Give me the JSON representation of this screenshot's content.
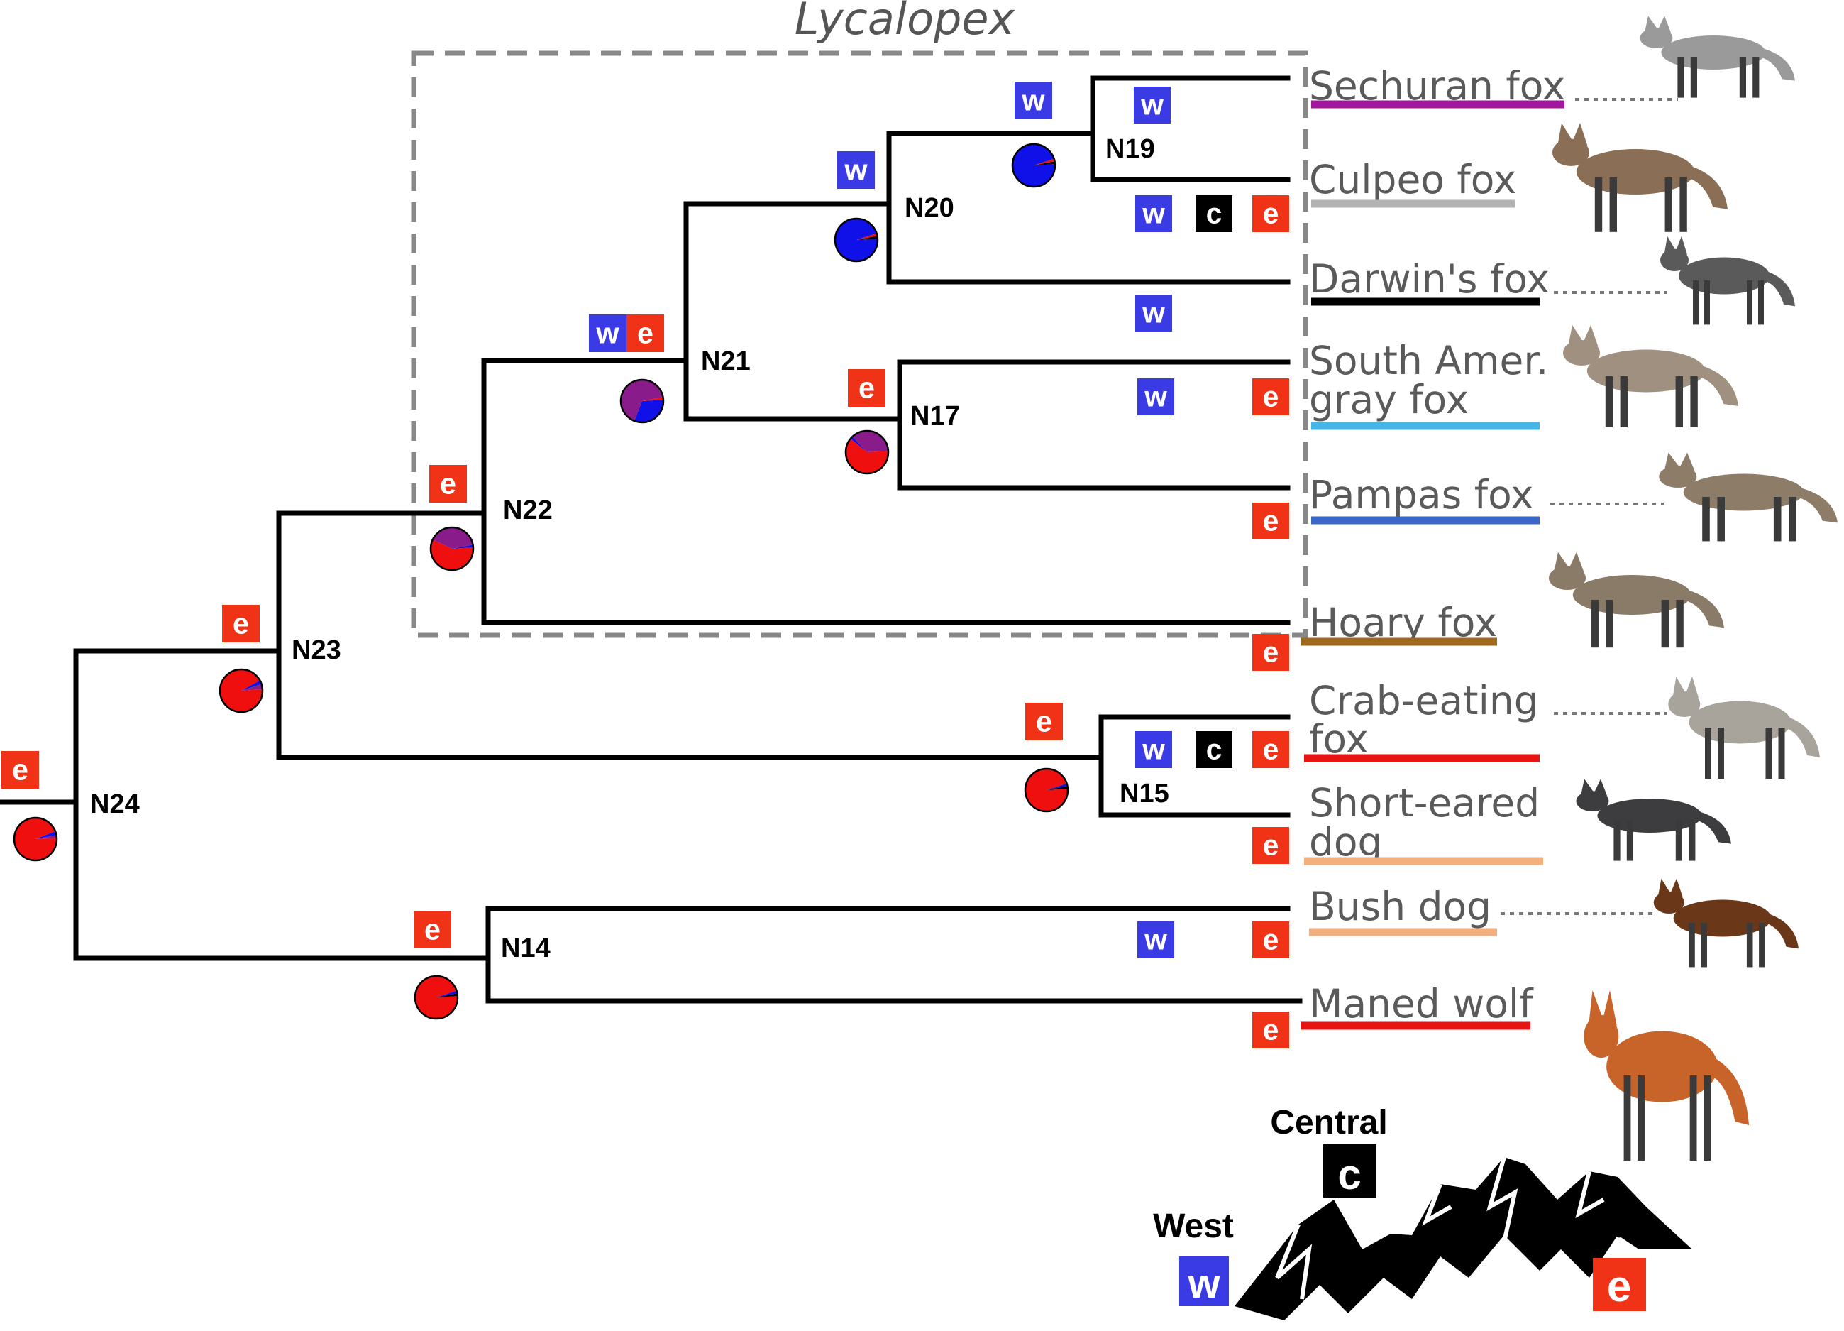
{
  "clade": {
    "label": "Lycalopex"
  },
  "colors": {
    "west": "#3b3be6",
    "central": "#000000",
    "east": "#f03216",
    "mixed": "#8a1b8a",
    "pie_blue": "#1010e8",
    "pie_red": "#f00f0f"
  },
  "nodes": [
    {
      "id": "N14",
      "label": "N14",
      "state_letters": [
        "e"
      ],
      "pie": {
        "east": 0.96,
        "west": 0.02,
        "central": 0.02
      }
    },
    {
      "id": "N15",
      "label": "N15",
      "state_letters": [
        "e"
      ],
      "pie": {
        "east": 0.96,
        "west": 0.02,
        "central": 0.02
      }
    },
    {
      "id": "N17",
      "label": "N17",
      "state_letters": [
        "e"
      ],
      "pie": {
        "east": 0.62,
        "west": 0.02,
        "mixed": 0.36
      }
    },
    {
      "id": "N19",
      "label": "N19",
      "state_letters": [
        "w"
      ],
      "pie": {
        "west": 0.96,
        "east": 0.02,
        "central": 0.02
      }
    },
    {
      "id": "N20",
      "label": "N20",
      "state_letters": [
        "w"
      ],
      "pie": {
        "west": 0.96,
        "east": 0.02,
        "central": 0.02
      }
    },
    {
      "id": "N21",
      "label": "N21",
      "state_letters": [
        "w",
        "e"
      ],
      "pie": {
        "west": 0.32,
        "mixed": 0.66,
        "east": 0.02
      }
    },
    {
      "id": "N22",
      "label": "N22",
      "state_letters": [
        "e"
      ],
      "pie": {
        "east": 0.58,
        "mixed": 0.4,
        "west": 0.02
      }
    },
    {
      "id": "N23",
      "label": "N23",
      "state_letters": [
        "e"
      ],
      "pie": {
        "east": 0.93,
        "west": 0.03,
        "mixed": 0.04
      }
    },
    {
      "id": "N24",
      "label": "N24",
      "state_letters": [
        "e"
      ],
      "pie": {
        "east": 0.95,
        "west": 0.03,
        "mixed": 0.02
      }
    }
  ],
  "tips": [
    {
      "name": "Sechuran fox",
      "lines": [
        "Sechuran fox"
      ],
      "states": [
        "w"
      ],
      "underline": "#a3169e",
      "dotted": true
    },
    {
      "name": "Culpeo fox",
      "lines": [
        "Culpeo fox"
      ],
      "states": [
        "w",
        "c",
        "e"
      ],
      "underline": "#b3b3b3",
      "dotted": false
    },
    {
      "name": "Darwin's fox",
      "lines": [
        "Darwin's fox"
      ],
      "states": [
        "w"
      ],
      "underline": "#000000",
      "dotted": true
    },
    {
      "name": "South Amer. gray fox",
      "lines": [
        "South Amer.",
        "gray fox"
      ],
      "states": [
        "w",
        "e"
      ],
      "underline": "#45b6e8",
      "dotted": false
    },
    {
      "name": "Pampas fox",
      "lines": [
        "Pampas fox"
      ],
      "states": [
        "e"
      ],
      "underline": "#3a66c8",
      "dotted": true
    },
    {
      "name": "Hoary fox",
      "lines": [
        "Hoary fox"
      ],
      "states": [
        "e"
      ],
      "underline": "#a06a1e",
      "dotted": false
    },
    {
      "name": "Crab-eating fox",
      "lines": [
        "Crab-eating",
        "fox"
      ],
      "states": [
        "w",
        "c",
        "e"
      ],
      "underline": "#e81414",
      "dotted": true
    },
    {
      "name": "Short-eared dog",
      "lines": [
        "Short-eared",
        "dog"
      ],
      "states": [
        "e"
      ],
      "underline": "#f2b07e",
      "dotted": false
    },
    {
      "name": "Bush dog",
      "lines": [
        "Bush dog"
      ],
      "states": [
        "w",
        "e"
      ],
      "underline": "#f2b07e",
      "dotted": true
    },
    {
      "name": "Maned wolf",
      "lines": [
        "Maned wolf"
      ],
      "states": [
        "e"
      ],
      "underline": "#e81414",
      "dotted": false
    }
  ],
  "legend": {
    "west": {
      "title": "West",
      "letter": "w"
    },
    "central": {
      "title": "Central",
      "letter": "c"
    },
    "east": {
      "title": "East",
      "letter": "e"
    }
  },
  "icons": {
    "animals": "animal-silhouette-icon",
    "mountains": "mountain-range-icon"
  }
}
